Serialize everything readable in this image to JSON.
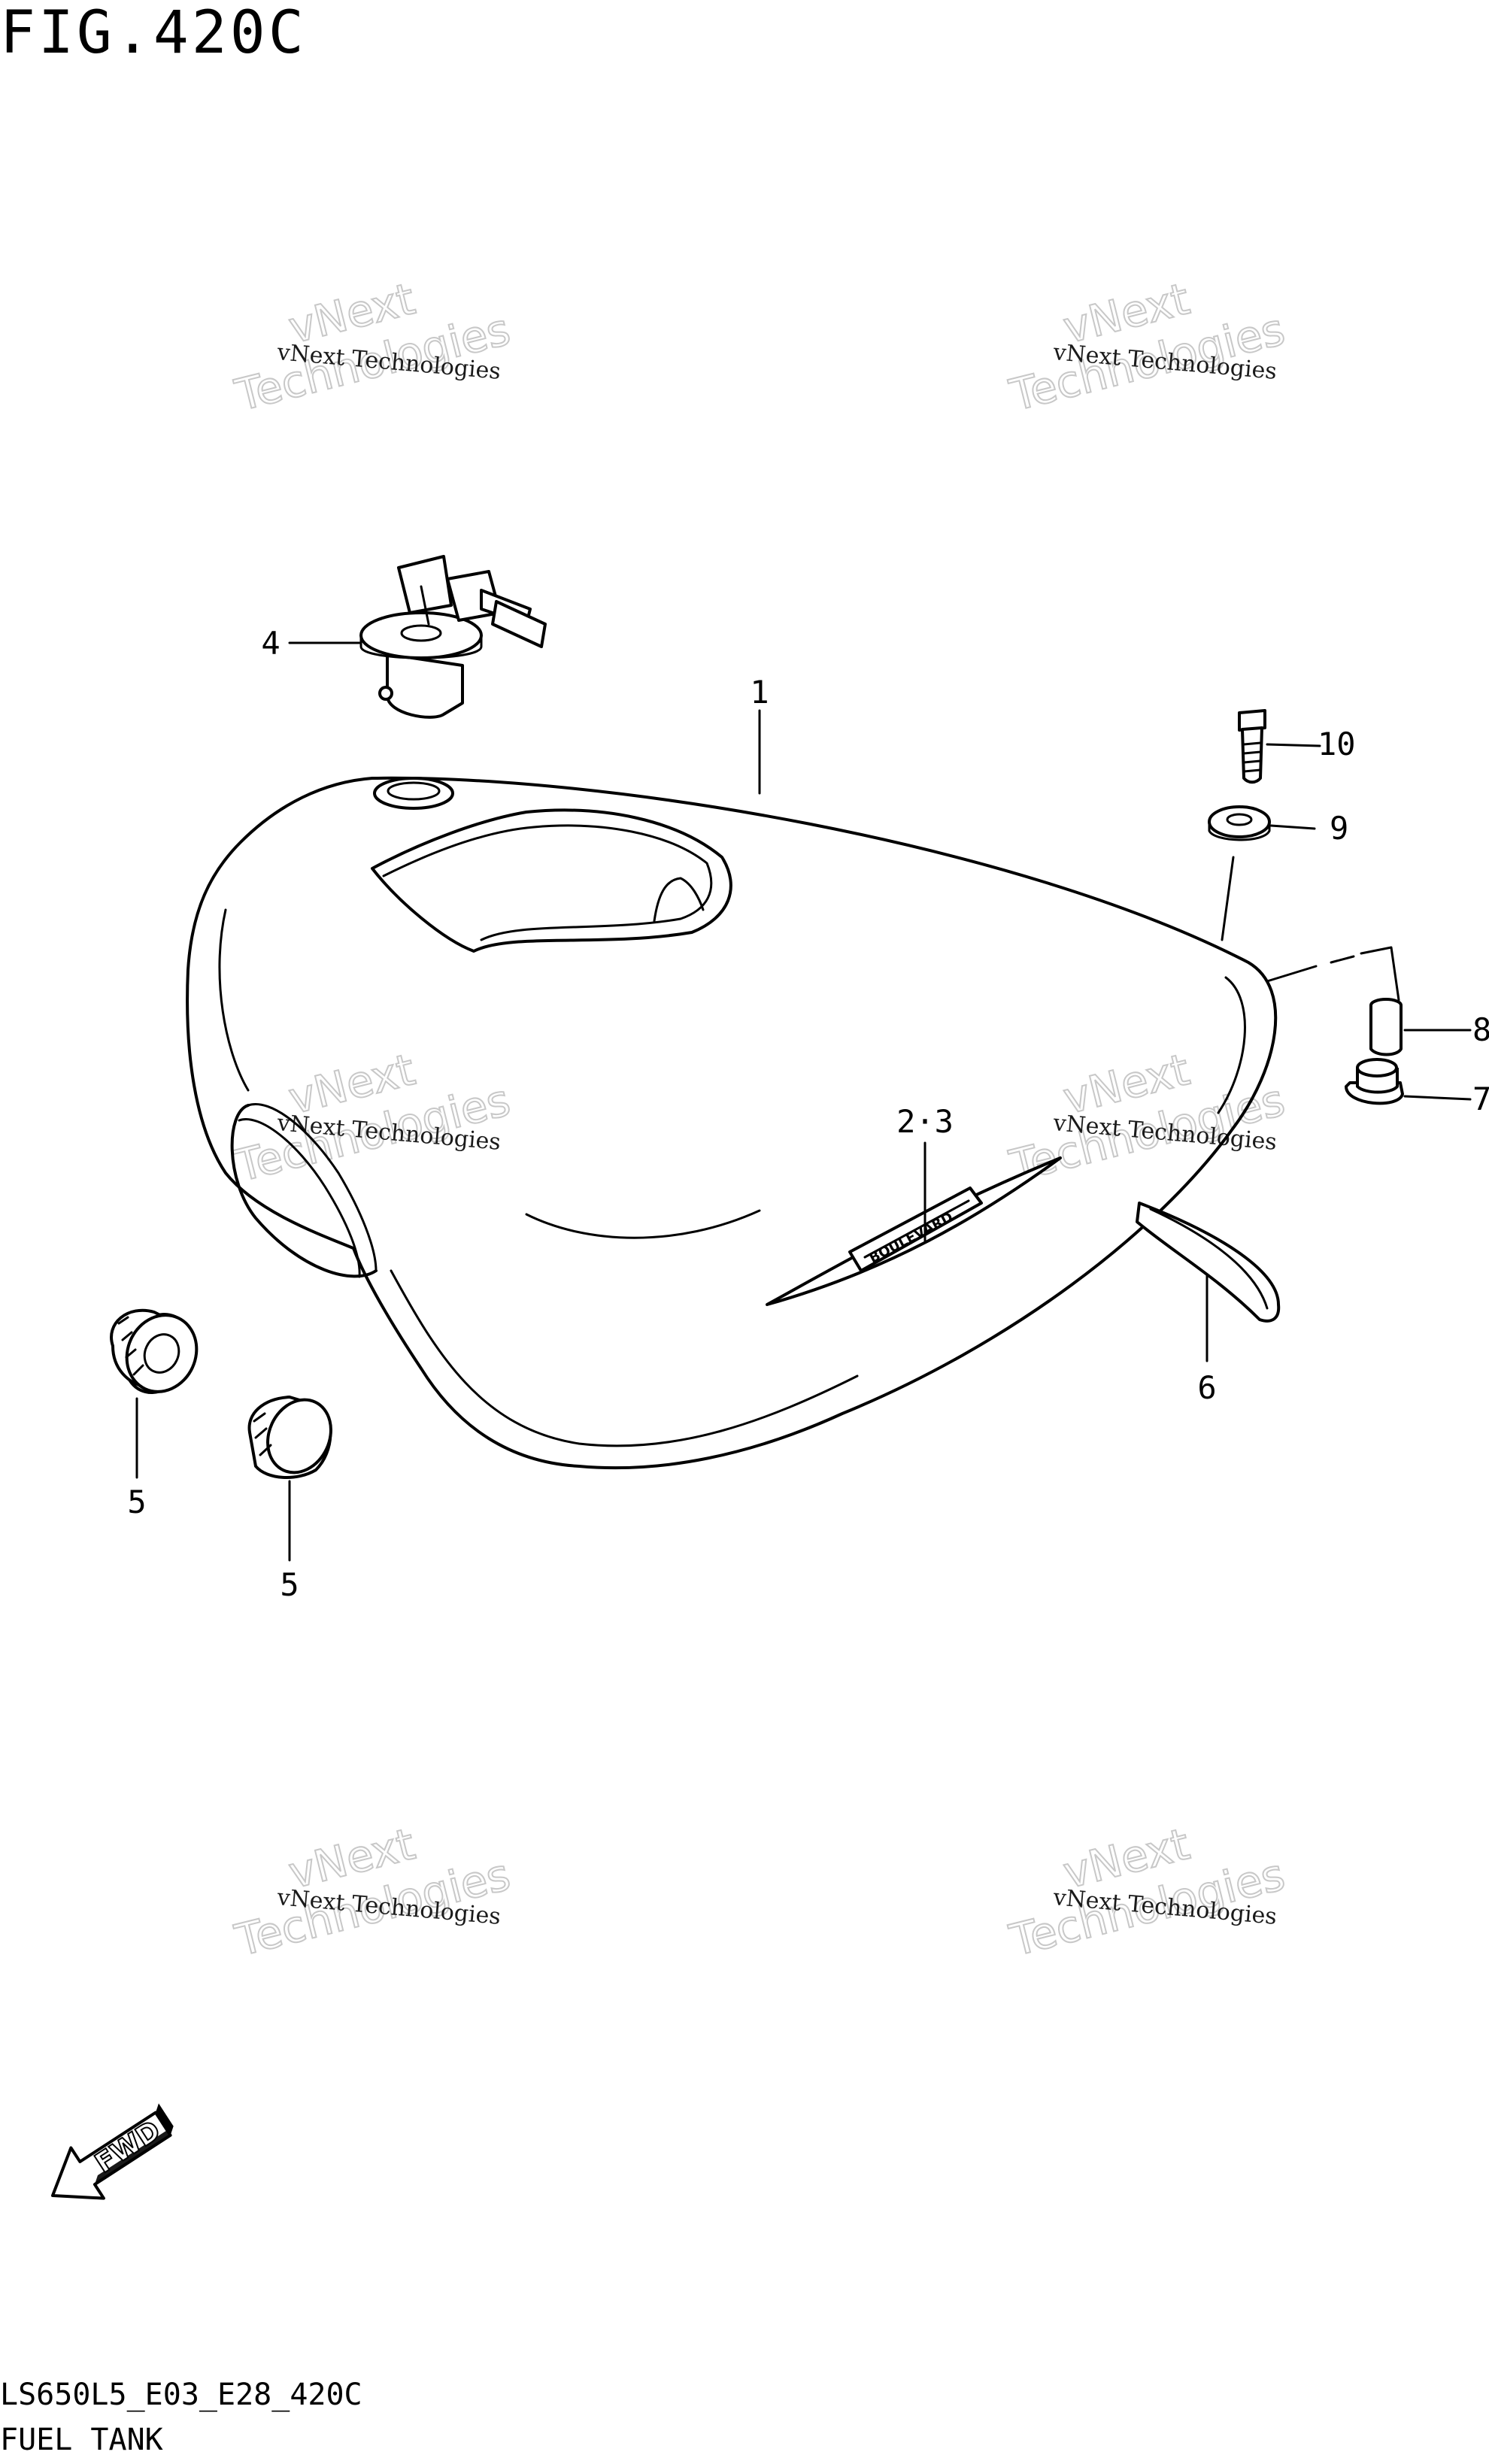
{
  "figure": {
    "title": "FIG.420C",
    "code": "LS650L5_E03_E28_420C",
    "name": "FUEL TANK"
  },
  "callouts": [
    "1",
    "2·3",
    "4",
    "5",
    "5",
    "6",
    "7",
    "8",
    "9",
    "10"
  ],
  "watermark": {
    "line_small": "vNext Technologies",
    "line_big_1": "vNext",
    "line_big_2": "Technologies"
  },
  "fwd_label": "FWD",
  "emblem_text": "BOULEVARD"
}
